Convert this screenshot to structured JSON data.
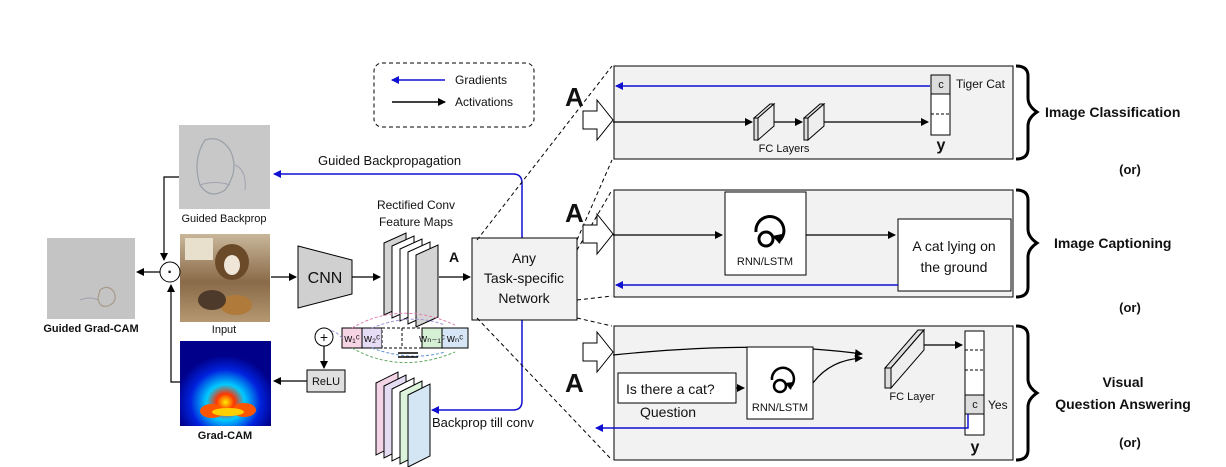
{
  "legend": {
    "gradients": "Gradients",
    "activations": "Activations"
  },
  "left": {
    "guided_backprop_label": "Guided Backprop",
    "input_label": "Input",
    "guided_gradcam_label": "Guided Grad-CAM",
    "gradcam_label": "Grad-CAM",
    "multiply_symbol": "·",
    "relu_label": "ReLU",
    "cnn_label": "CNN",
    "feature_maps_label_line1": "Rectified Conv",
    "feature_maps_label_line2": "Feature Maps",
    "A_label": "A",
    "guided_backprop_arrow_label": "Guided Backpropagation",
    "backprop_till_conv_label": "Backprop till conv",
    "sum_symbol": "+",
    "weight_labels": [
      "w₁ᶜ",
      "w₂ᶜ",
      "wₙ₋₁ᶜ",
      "wₙᶜ"
    ]
  },
  "network": {
    "line1": "Any",
    "line2": "Task-specific",
    "line3": "Network"
  },
  "tasks": {
    "classification": {
      "A": "A",
      "c": "c",
      "class_label": "Tiger Cat",
      "fc_label": "FC Layers",
      "y": "y",
      "task_label": "Image Classification",
      "or": "(or)"
    },
    "captioning": {
      "A": "A",
      "rnn_label": "RNN/LSTM",
      "caption_line1": "A cat lying on",
      "caption_line2": "the ground",
      "task_label": "Image Captioning",
      "or": "(or)"
    },
    "vqa": {
      "A": "A",
      "question": "Is there a cat?",
      "question_label": "Question",
      "rnn_label": "RNN/LSTM",
      "fc_label": "FC Layer",
      "c": "c",
      "answer": "Yes",
      "y": "y",
      "task_label_line1": "Visual",
      "task_label_line2": "Question Answering",
      "or": "(or)"
    }
  },
  "colors": {
    "gradient_arrow": "#1010d0",
    "activation_arrow": "#000000"
  }
}
